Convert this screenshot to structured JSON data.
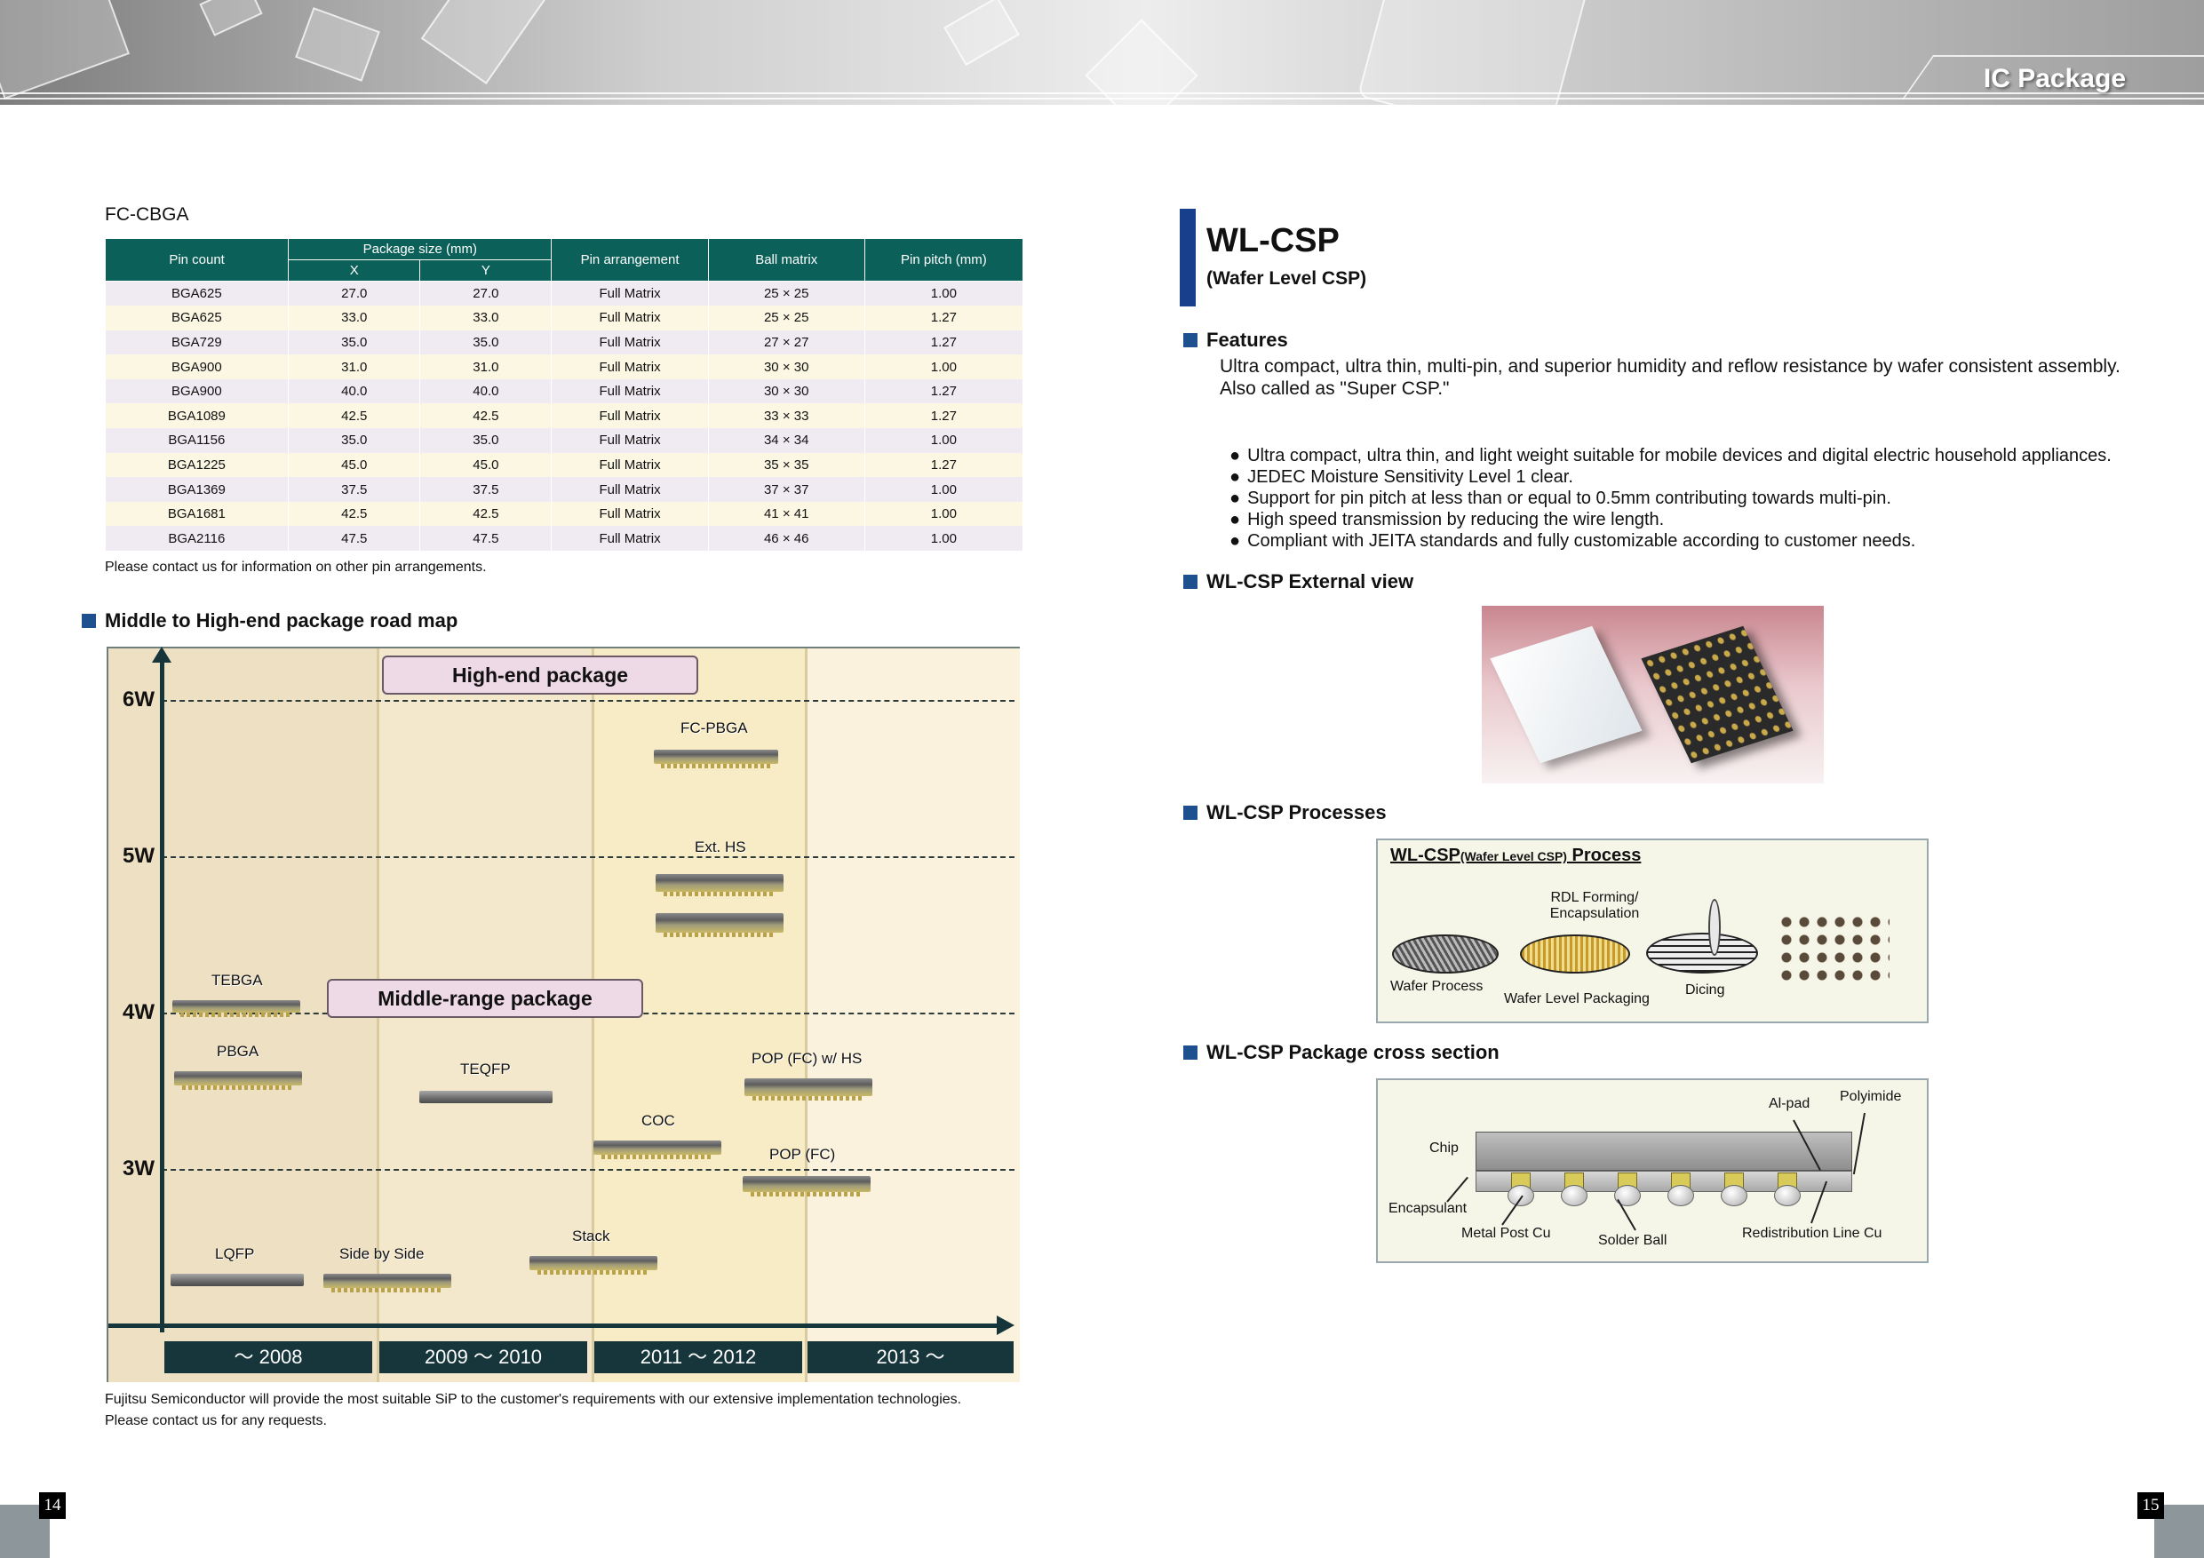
{
  "banner": {
    "title": "IC Package"
  },
  "left_page": {
    "fc_cbga": {
      "title": "FC-CBGA",
      "headers": {
        "pin_count": "Pin count",
        "package_size": "Package size (mm)",
        "x": "X",
        "y": "Y",
        "pin_arrangement": "Pin arrangement",
        "ball_matrix": "Ball matrix",
        "pin_pitch": "Pin pitch (mm)"
      },
      "rows": [
        [
          "BGA625",
          "27.0",
          "27.0",
          "Full Matrix",
          "25 × 25",
          "1.00"
        ],
        [
          "BGA625",
          "33.0",
          "33.0",
          "Full Matrix",
          "25 × 25",
          "1.27"
        ],
        [
          "BGA729",
          "35.0",
          "35.0",
          "Full Matrix",
          "27 × 27",
          "1.27"
        ],
        [
          "BGA900",
          "31.0",
          "31.0",
          "Full Matrix",
          "30 × 30",
          "1.00"
        ],
        [
          "BGA900",
          "40.0",
          "40.0",
          "Full Matrix",
          "30 × 30",
          "1.27"
        ],
        [
          "BGA1089",
          "42.5",
          "42.5",
          "Full Matrix",
          "33 × 33",
          "1.27"
        ],
        [
          "BGA1156",
          "35.0",
          "35.0",
          "Full Matrix",
          "34 × 34",
          "1.00"
        ],
        [
          "BGA1225",
          "45.0",
          "45.0",
          "Full Matrix",
          "35 × 35",
          "1.27"
        ],
        [
          "BGA1369",
          "37.5",
          "37.5",
          "Full Matrix",
          "37 × 37",
          "1.00"
        ],
        [
          "BGA1681",
          "42.5",
          "42.5",
          "Full Matrix",
          "41 × 41",
          "1.00"
        ],
        [
          "BGA2116",
          "47.5",
          "47.5",
          "Full Matrix",
          "46 × 46",
          "1.00"
        ]
      ],
      "note": "Please contact us for information on other pin arrangements."
    },
    "roadmap": {
      "section_title": "Middle to High-end package road map",
      "watts": [
        "6W",
        "5W",
        "4W",
        "3W"
      ],
      "years": [
        "～ 2008",
        "2009 ～ 2010",
        "2011 ～ 2012",
        "2013 ～"
      ],
      "high_end_label": "High-end package",
      "middle_range_label": "Middle-range package",
      "packages": {
        "fc_pbga": "FC-PBGA",
        "ext_hs": "Ext. HS",
        "tebga": "TEBGA",
        "pbga": "PBGA",
        "teqfp": "TEQFP",
        "pop_fc_hs": "POP (FC) w/ HS",
        "coc": "COC",
        "pop_fc": "POP (FC)",
        "stack": "Stack",
        "lqfp": "LQFP",
        "side_by_side": "Side by Side"
      },
      "note_line1": "Fujitsu Semiconductor will provide the most suitable SiP to the customer's requirements with our extensive implementation technologies.",
      "note_line2": "Please contact us for any requests."
    },
    "page_number": "14"
  },
  "right_page": {
    "title": "WL-CSP",
    "subtitle": "(Wafer Level CSP)",
    "features": {
      "heading": "Features",
      "paragraph1": "Ultra compact, ultra thin, multi-pin, and superior humidity and reflow resistance by wafer consistent assembly.",
      "paragraph2": "Also called as \"Super CSP.\"",
      "bullets": [
        "Ultra compact, ultra thin, and light weight suitable for mobile devices and digital electric household appliances.",
        "JEDEC Moisture Sensitivity Level 1 clear.",
        "Support for pin pitch at less than or equal to 0.5mm contributing towards multi-pin.",
        "High speed transmission by reducing the wire length.",
        "Compliant with JEITA standards and fully customizable according to customer needs."
      ]
    },
    "external_view": {
      "heading": "WL-CSP External view"
    },
    "processes": {
      "heading": "WL-CSP Processes",
      "box_title_main": "WL-CSP",
      "box_title_small": "(Wafer Level CSP)",
      "box_title_end": " Process",
      "rdl_line1": "RDL Forming/",
      "rdl_line2": "Encapsulation",
      "wafer_process": "Wafer Process",
      "wafer_level_packaging": "Wafer Level Packaging",
      "dicing": "Dicing"
    },
    "cross_section": {
      "heading": "WL-CSP Package cross section",
      "al_pad": "Al-pad",
      "polyimide": "Polyimide",
      "chip": "Chip",
      "encapsulant": "Encapsulant",
      "metal_post_cu": "Metal Post Cu",
      "solder_ball": "Solder Ball",
      "redistribution_line_cu": "Redistribution Line Cu"
    },
    "page_number": "15"
  }
}
